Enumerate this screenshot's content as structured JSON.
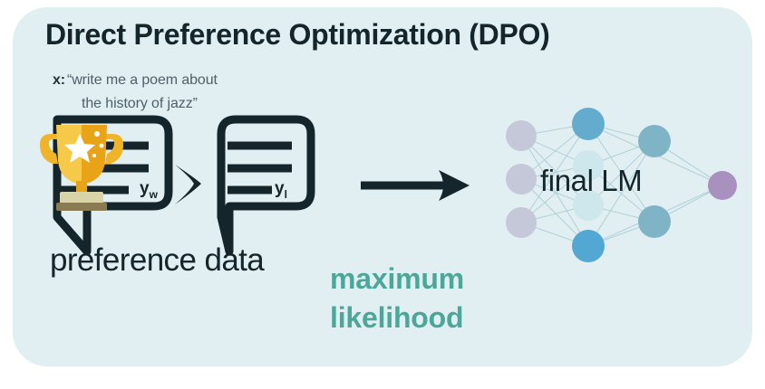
{
  "card": {
    "background": "#E2EFF2",
    "title": "Direct Preference Optimization (DPO)"
  },
  "prompt": {
    "variable": "x:",
    "line1": "“write me a poem about",
    "line2": "the history of jazz”",
    "color": "#4E6068"
  },
  "preference": {
    "winning_label": "y",
    "winning_subscript": "w",
    "losing_label": "y",
    "losing_subscript": "l",
    "comparator": ">",
    "caption": "preference data",
    "trophy_icon": "trophy-icon"
  },
  "transition": {
    "arrow_icon": "right-arrow-icon",
    "line1": "maximum",
    "line2": "likelihood",
    "color": "#4BA79A"
  },
  "model": {
    "label": "final LM",
    "node_colors": {
      "input": "#C5C8D8",
      "hidden_dark": "#6AAFCE",
      "hidden_pale": "#CDE7EC",
      "hidden_teal": "#7FB4C6",
      "output": "#A891BE"
    },
    "edge_color": "#A9CDD6",
    "layers": [
      {
        "name": "input",
        "nodes": 3
      },
      {
        "name": "hidden1",
        "nodes": 4
      },
      {
        "name": "hidden2",
        "nodes": 2
      },
      {
        "name": "output",
        "nodes": 1
      }
    ]
  }
}
